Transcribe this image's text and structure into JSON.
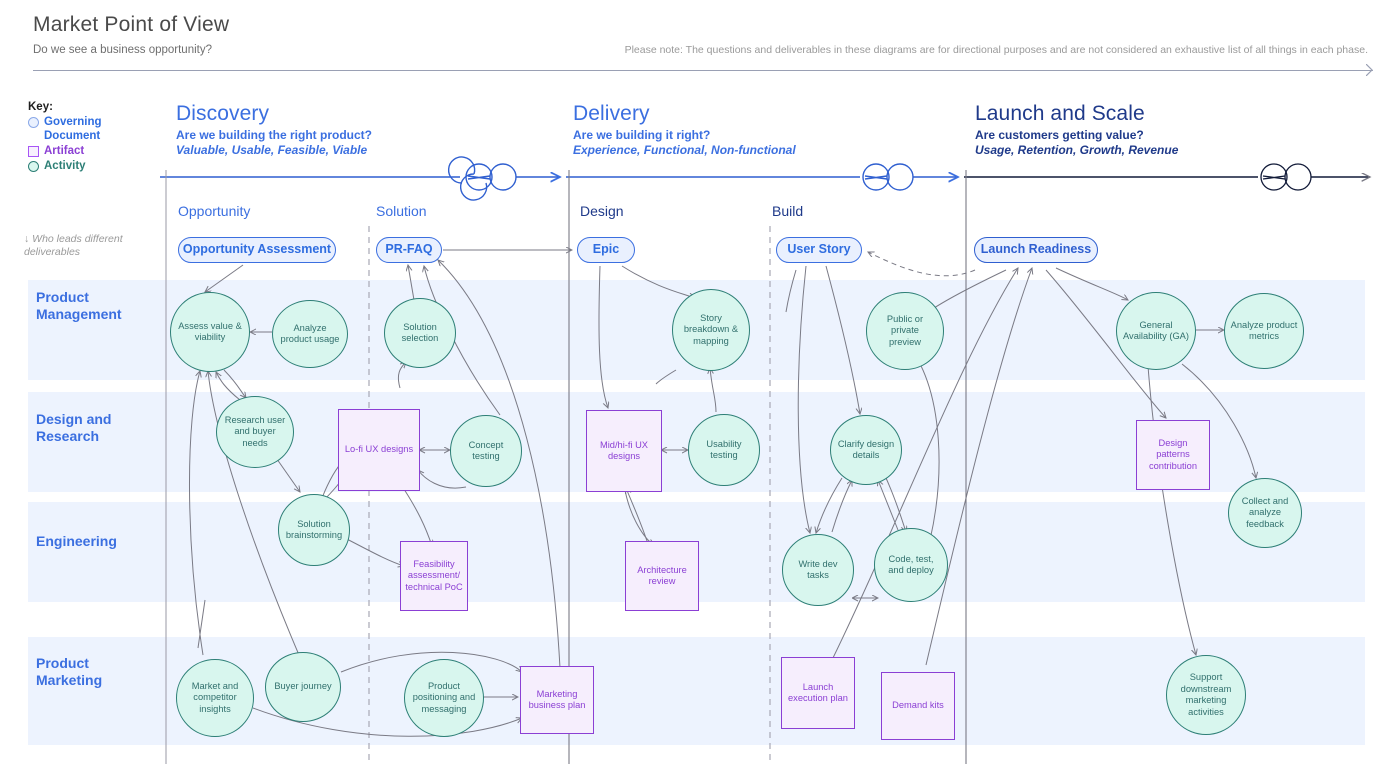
{
  "header": {
    "title": "Market Point of View",
    "subtitle": "Do we see a business opportunity?",
    "note": "Please note: The questions and deliverables in these diagrams are for directional purposes and are not considered an exhaustive list of all things in each phase."
  },
  "key": {
    "title": "Key:",
    "items": [
      {
        "label": "Governing Document",
        "shape": "circle",
        "color": "#2f6de0"
      },
      {
        "label": "Artifact",
        "shape": "square",
        "color": "#8b3fd4"
      },
      {
        "label": "Activity",
        "shape": "circle",
        "color": "#2d7f76"
      }
    ]
  },
  "phases": [
    {
      "name": "Discovery",
      "question": "Are we building the right product?",
      "tags": "Valuable, Usable, Feasible, Viable"
    },
    {
      "name": "Delivery",
      "question": "Are we building it right?",
      "tags": "Experience, Functional, Non-functional"
    },
    {
      "name": "Launch and Scale",
      "question": "Are customers getting value?",
      "tags": "Usage, Retention, Growth, Revenue"
    }
  ],
  "subphases": [
    "Opportunity",
    "Solution",
    "Design",
    "Build"
  ],
  "who_leads_note": "↓ Who leads different deliverables",
  "lanes": [
    {
      "label": "Product Management"
    },
    {
      "label": "Design and Research"
    },
    {
      "label": "Engineering"
    },
    {
      "label": "Product Marketing"
    }
  ],
  "governing_documents": [
    {
      "label": "Opportunity Assessment"
    },
    {
      "label": "PR-FAQ"
    },
    {
      "label": "Epic"
    },
    {
      "label": "User Story"
    },
    {
      "label": "Launch Readiness"
    }
  ],
  "nodes": {
    "product_management": [
      {
        "label": "Assess value & viability",
        "type": "activity"
      },
      {
        "label": "Analyze product usage",
        "type": "activity"
      },
      {
        "label": "Solution selection",
        "type": "activity"
      },
      {
        "label": "Story breakdown & mapping",
        "type": "activity"
      },
      {
        "label": "Public or private preview",
        "type": "activity"
      },
      {
        "label": "General Availability (GA)",
        "type": "activity"
      },
      {
        "label": "Analyze product metrics",
        "type": "activity"
      }
    ],
    "design_and_research": [
      {
        "label": "Research user and buyer needs",
        "type": "activity"
      },
      {
        "label": "Lo-fi UX designs",
        "type": "artifact"
      },
      {
        "label": "Concept testing",
        "type": "activity"
      },
      {
        "label": "Mid/hi-fi UX designs",
        "type": "artifact"
      },
      {
        "label": "Usability testing",
        "type": "activity"
      },
      {
        "label": "Clarify design details",
        "type": "activity"
      },
      {
        "label": "Design patterns contribution",
        "type": "artifact"
      },
      {
        "label": "Collect and analyze feedback",
        "type": "activity"
      }
    ],
    "engineering": [
      {
        "label": "Solution brainstorming",
        "type": "activity"
      },
      {
        "label": "Feasibility assessment/ technical PoC",
        "type": "artifact"
      },
      {
        "label": "Architecture review",
        "type": "artifact"
      },
      {
        "label": "Write dev tasks",
        "type": "activity"
      },
      {
        "label": "Code, test, and deploy",
        "type": "activity"
      }
    ],
    "product_marketing": [
      {
        "label": "Market and competitor insights",
        "type": "activity"
      },
      {
        "label": "Buyer journey",
        "type": "activity"
      },
      {
        "label": "Product positioning and messaging",
        "type": "activity"
      },
      {
        "label": "Marketing business plan",
        "type": "artifact"
      },
      {
        "label": "Launch execution plan",
        "type": "artifact"
      },
      {
        "label": "Demand kits",
        "type": "artifact"
      },
      {
        "label": "Support downstream marketing activities",
        "type": "activity"
      }
    ]
  },
  "colors": {
    "governing": "#3b6fe0",
    "artifact": "#8b3fd4",
    "activity": "#2d7f76",
    "lane_band": "#edf3fe",
    "lane_label": "#3b6fe0",
    "phase_blue": "#3b6fe0",
    "phase_navy": "#1f3a8a",
    "arrow": "#7a7a85"
  }
}
